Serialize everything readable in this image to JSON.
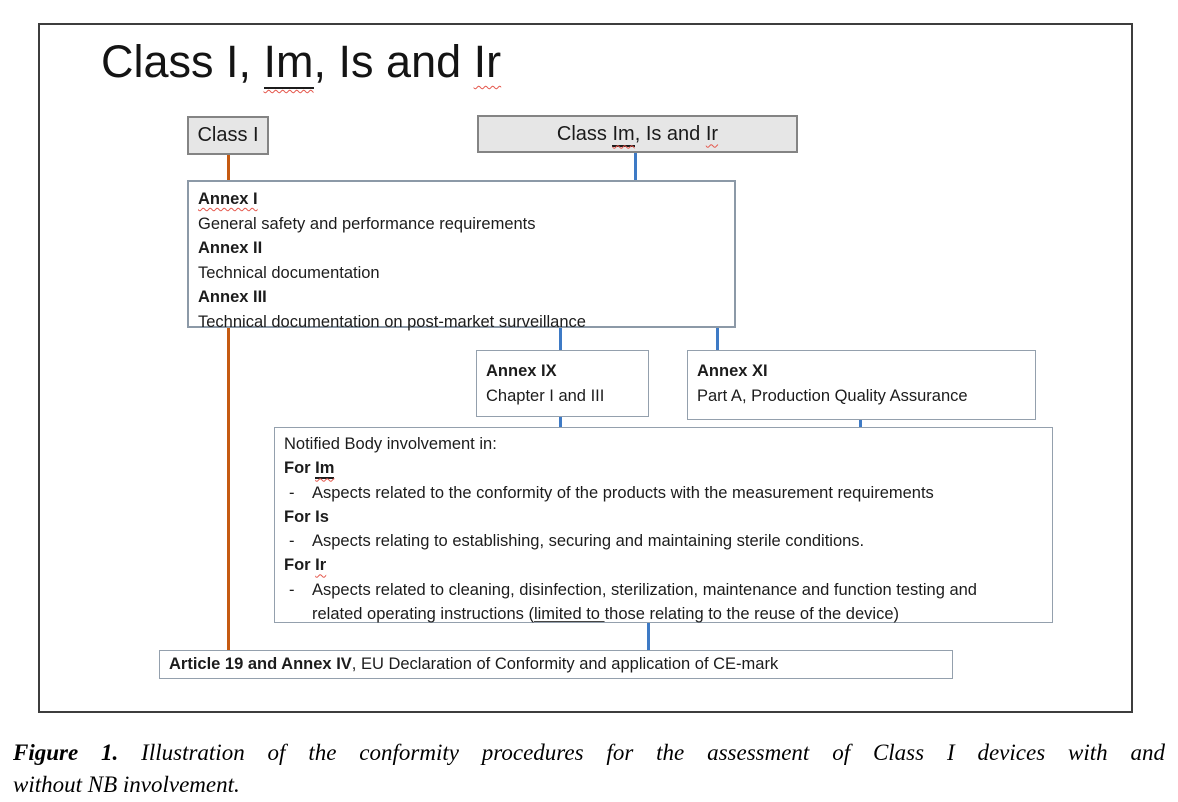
{
  "figure": {
    "title": {
      "part1": "Class I, ",
      "im": "Im",
      "part2": ", Is and ",
      "ir": "Ir"
    },
    "class1_box": {
      "label": "Class I"
    },
    "classim_box": {
      "pre": "Class ",
      "im": "Im",
      "mid": ", Is and ",
      "ir": "Ir"
    },
    "annex_box": {
      "lines": [
        {
          "label": "Annex I"
        },
        {
          "label": "General safety and performance requirements"
        },
        {
          "label": "Annex II"
        },
        {
          "label": "Technical documentation"
        },
        {
          "label": "Annex III"
        },
        {
          "label": "Technical documentation on post-market surveillance"
        }
      ]
    },
    "annex9_box": {
      "title": "Annex IX",
      "line": "Chapter I and III"
    },
    "annex11_box": {
      "title": "Annex XI",
      "line": "Part A, Production Quality Assurance"
    },
    "notified_box": {
      "intro": "Notified Body involvement in:",
      "bullet_marker": "-",
      "im_head_pre": "For ",
      "im_head_term": "Im",
      "im_bullet": "Aspects related to the conformity of the products with the measurement requirements",
      "is_head": "For Is",
      "is_bullet": "Aspects relating to establishing, securing and maintaining sterile conditions.",
      "ir_head_pre": "For ",
      "ir_head_term": "Ir",
      "ir_bullet_line1": "Aspects related to cleaning, disinfection, sterilization, maintenance and function testing and",
      "ir_bullet_line2_pre": "related operating instructions (",
      "ir_bullet_line2_underlined": "limited to ",
      "ir_bullet_line2_post": "those relating to the reuse of the device)"
    },
    "article_box": {
      "bold": "Article 19 and Annex IV",
      "rest": ", EU Declaration of Conformity and application of CE-mark"
    }
  },
  "caption": {
    "label": "Figure 1.",
    "line1_rest": " Illustration of the conformity procedures for the assessment of Class I devices with and",
    "line2": "without NB involvement."
  },
  "colors": {
    "connector_blue": "#3e7ac5",
    "connector_orange": "#c55a11",
    "header_box_fill": "#e6e6e6",
    "header_box_border": "#848484",
    "white_box_border": "#94a0ad",
    "frame_border": "#3d3d3d",
    "spellcheck_squiggle": "#e4554a"
  }
}
